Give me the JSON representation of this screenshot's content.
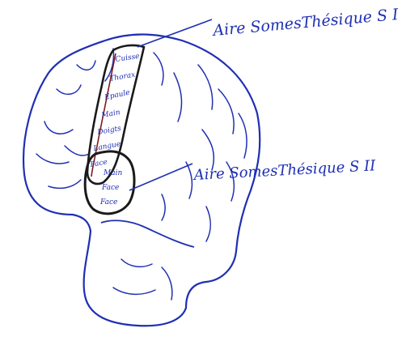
{
  "colors": {
    "ink_blue": "#1f2fb3",
    "ink_dark": "#1a1a1a",
    "ink_red": "#7a1c1c",
    "paper": "#ffffff"
  },
  "labels": {
    "s1": "Aire SomesThésique S I",
    "s2": "Aire SomesThésique S II"
  },
  "s1_parts": [
    "Cuisse",
    "Thorax",
    "Epaule",
    "Main",
    "Doigts",
    "Langue",
    "Face"
  ],
  "s2_parts": [
    "Main",
    "Face",
    "Face"
  ]
}
